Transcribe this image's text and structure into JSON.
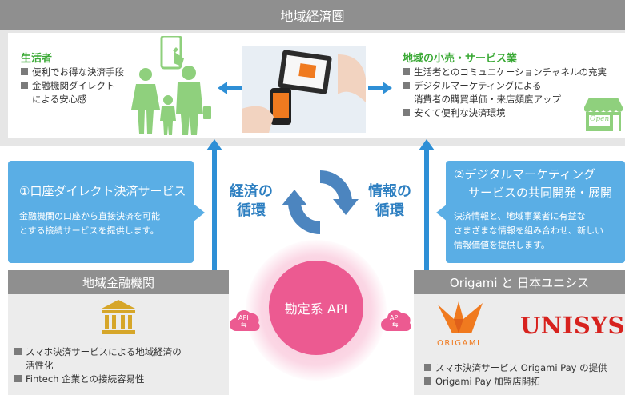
{
  "header": {
    "title": "地域経済圏"
  },
  "consumer": {
    "title": "生活者",
    "bullets": [
      "便利でお得な決済手段",
      "金融機関ダイレクト",
      "による安心感"
    ]
  },
  "retail": {
    "title": "地域の小売・サービス業",
    "bullets": [
      "生活者とのコミュニケーションチャネルの充実",
      "デジタルマーケティングによる",
      "消費者の購買単価・来店頻度アップ",
      "安くて便利な決済環境"
    ],
    "shop_sign": "Open"
  },
  "left_service": {
    "title": "①口座ダイレクト決済サービス",
    "text": [
      "金融機関の口座から直接決済を可能",
      "とする接続サービスを提供します。"
    ]
  },
  "right_service": {
    "title_line1": "②デジタルマーケティング",
    "title_line2": "サービスの共同開発・展開",
    "text": [
      "決済情報と、地域事業者に有益な",
      "さまざまな情報を組み合わせ、新しい",
      "情報価値を提供します。"
    ]
  },
  "cycle": {
    "left_line1": "経済の",
    "left_line2": "循環",
    "right_line1": "情報の",
    "right_line2": "循環"
  },
  "center": {
    "label": "勘定系 API",
    "api_badge": "API"
  },
  "bank": {
    "title": "地域金融機関",
    "bullets": [
      "スマホ決済サービスによる地域経済の",
      "活性化",
      "Fintech 企業との接続容易性"
    ]
  },
  "partners": {
    "title": "Origami と 日本ユニシス",
    "origami_label": "ORIGAMI",
    "unisys_label": "UNISYS",
    "bullets": [
      "スマホ決済サービス Origami Pay の提供",
      "Origami Pay 加盟店開拓"
    ]
  },
  "colors": {
    "blue": "#5aaee5",
    "arrow_blue": "#2e8fd6",
    "green": "#3aa935",
    "pink": "#ec5a91",
    "gray": "#8f8f8f",
    "origami_orange": "#f07a1f",
    "unisys_red": "#d7221e"
  }
}
